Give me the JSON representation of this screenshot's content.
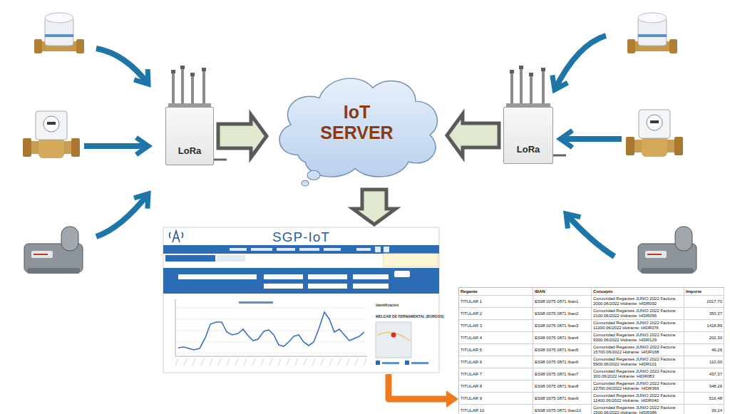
{
  "diagram": {
    "nodes": [
      {
        "text": [
          "LoRa"
        ]
      },
      {
        "text": [
          "IoT SERVER"
        ]
      },
      {
        "text": [
          "LoRa"
        ]
      },
      {
        "text": [
          "SGP-IoT"
        ]
      },
      {
        "text": [
          "Regante",
          "IBAN",
          "Concepto",
          "Importe",
          "TITULAR 1",
          "ES98 0075 0871 Iban1",
          "Comunidad Regantes JUNIO 2022 Factura: 2000.06/2022 Hidrante: HIDR092",
          "2017,70",
          "TITULAR 2",
          "ES98 0075 0871 Iban2",
          "Comunidad Regantes JUNIO 2022 Factura: 2100.06/2022 Hidrante: HIDR056",
          "350,37",
          "TITULAR 3",
          "ES98 0075 0871 Iban3",
          "Comunidad Regantes JUNIO 2022 Factura: 11200.06/2022 Hidrante: HIDR076",
          "1418,89",
          "TITULAR 4",
          "ES98 0075 0871 Iban4",
          "Comunidad Regantes JUNIO 2022 Factura: 9300.06/2022 Hidrante: HIDR129",
          "202,30",
          "TITULAR 5",
          "ES98 0075 0871 Iban5",
          "Comunidad Regantes JUNIO 2022 Factura: 15700.06/2022 Hidrante: HIDR168",
          "49,26",
          "TITULAR 6",
          "ES98 0075 0871 Iban6",
          "Comunidad Regantes JUNIO 2022 Factura: 5900.06/2022 Hidrante: HIDR101",
          "110,00",
          "TITULAR 7",
          "ES98 0075 0871 Iban7",
          "Comunidad Regantes JUNIO 2022 Factura: 300.06/2022 Hidrante: HIDR083",
          "437,37",
          "TITULAR 8",
          "ES98 0075 0871 Iban8",
          "Comunidad Regantes JUNIO 2022 Factura: 22700.06/2022 Hidrante: HIDR369",
          "348,26",
          "TITULAR 9",
          "ES98 0075 0871 Iban9",
          "Comunidad Regantes JUNIO 2022 Factura: 11400.06/2022 Hidrante: HIDR040",
          "516,48",
          "TITULAR 10",
          "ES98 0075 0871 Iban10",
          "Comunidad Regantes JUNIO 2022 Factura: 1500.06/2022 Hidrante: HIDR386",
          "39,24"
        ]
      }
    ],
    "edges": [
      {
        "from": 0,
        "to": 1,
        "arrow": "to"
      },
      {
        "from": 2,
        "to": 1,
        "arrow": "to"
      },
      {
        "from": 1,
        "to": 3,
        "arrow": "to"
      },
      {
        "from": 3,
        "to": 4,
        "arrow": "to"
      }
    ],
    "labels": [
      "Identificación",
      "MELGAR DE FERNAMENTAL (BURGOS)"
    ]
  }
}
